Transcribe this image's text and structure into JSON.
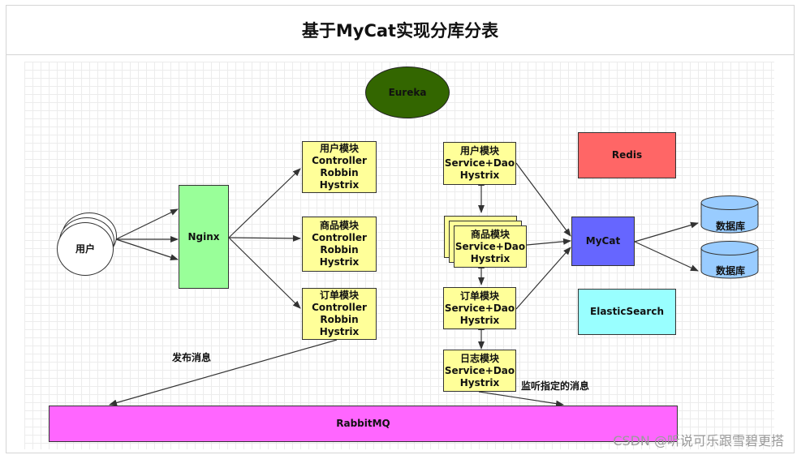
{
  "title": "基于MyCat实现分库分表",
  "nodes": {
    "eureka": "Eureka",
    "user": "用户",
    "nginx": "Nginx",
    "user_module_web": [
      "用户模块",
      "Controller",
      "Robbin",
      "Hystrix"
    ],
    "goods_module_web": [
      "商品模块",
      "Controller",
      "Robbin",
      "Hystrix"
    ],
    "order_module_web": [
      "订单模块",
      "Controller",
      "Robbin",
      "Hystrix"
    ],
    "user_service": [
      "用户模块",
      "Service+Dao",
      "Hystrix"
    ],
    "goods_service": [
      "商品模块",
      "Service+Dao",
      "Hystrix"
    ],
    "order_service": [
      "订单模块",
      "Service+Dao",
      "Hystrix"
    ],
    "log_service": [
      "日志模块",
      "Service+Dao",
      "Hystrix"
    ],
    "redis": "Redis",
    "mycat": "MyCat",
    "elasticsearch": "ElasticSearch",
    "database_1": "数据库",
    "database_2": "数据库",
    "rabbitmq": "RabbitMQ"
  },
  "labels": {
    "publish": "发布消息",
    "listen": "监听指定的消息"
  },
  "colors": {
    "eureka": "#336600",
    "nginx": "#99ff99",
    "module": "#ffff99",
    "redis": "#ff6666",
    "mycat": "#6666ff",
    "elasticsearch": "#99ffff",
    "database": "#99ccff",
    "rabbitmq": "#ff66ff"
  },
  "watermark": "CSDN @听说可乐跟雪碧更搭"
}
